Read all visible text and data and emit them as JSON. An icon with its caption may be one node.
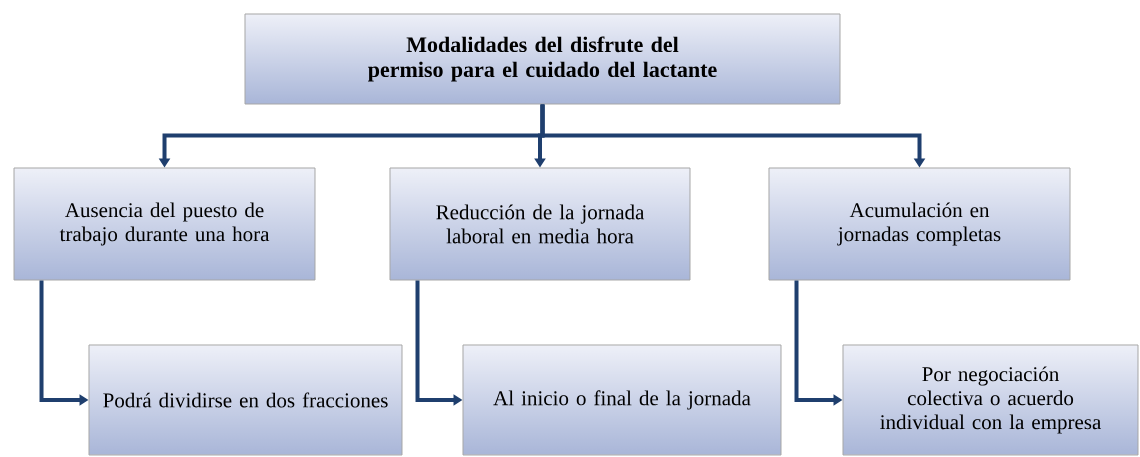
{
  "diagram": {
    "nodes": [
      {
        "text": [
          "Modalidades del disfrute del permiso para el cuidado del lactante"
        ]
      },
      {
        "text": [
          "Ausencia del puesto de trabajo durante una hora"
        ]
      },
      {
        "text": [
          "Reducción de la jornada laboral en media hora"
        ]
      },
      {
        "text": [
          "Acumulación en jornadas completas"
        ]
      },
      {
        "text": [
          "Podrá dividirse en dos fracciones"
        ]
      },
      {
        "text": [
          "Al inicio o final de la jornada"
        ]
      },
      {
        "text": [
          "Por negociación colectiva o acuerdo individual con la empresa"
        ]
      }
    ],
    "edges": [
      {
        "from": 0,
        "to": 1,
        "arrow": "to"
      },
      {
        "from": 0,
        "to": 2,
        "arrow": "to"
      },
      {
        "from": 0,
        "to": 3,
        "arrow": "to"
      },
      {
        "from": 1,
        "to": 4,
        "arrow": "to"
      },
      {
        "from": 2,
        "to": 5,
        "arrow": "to"
      },
      {
        "from": 3,
        "to": 6,
        "arrow": "to"
      }
    ]
  }
}
